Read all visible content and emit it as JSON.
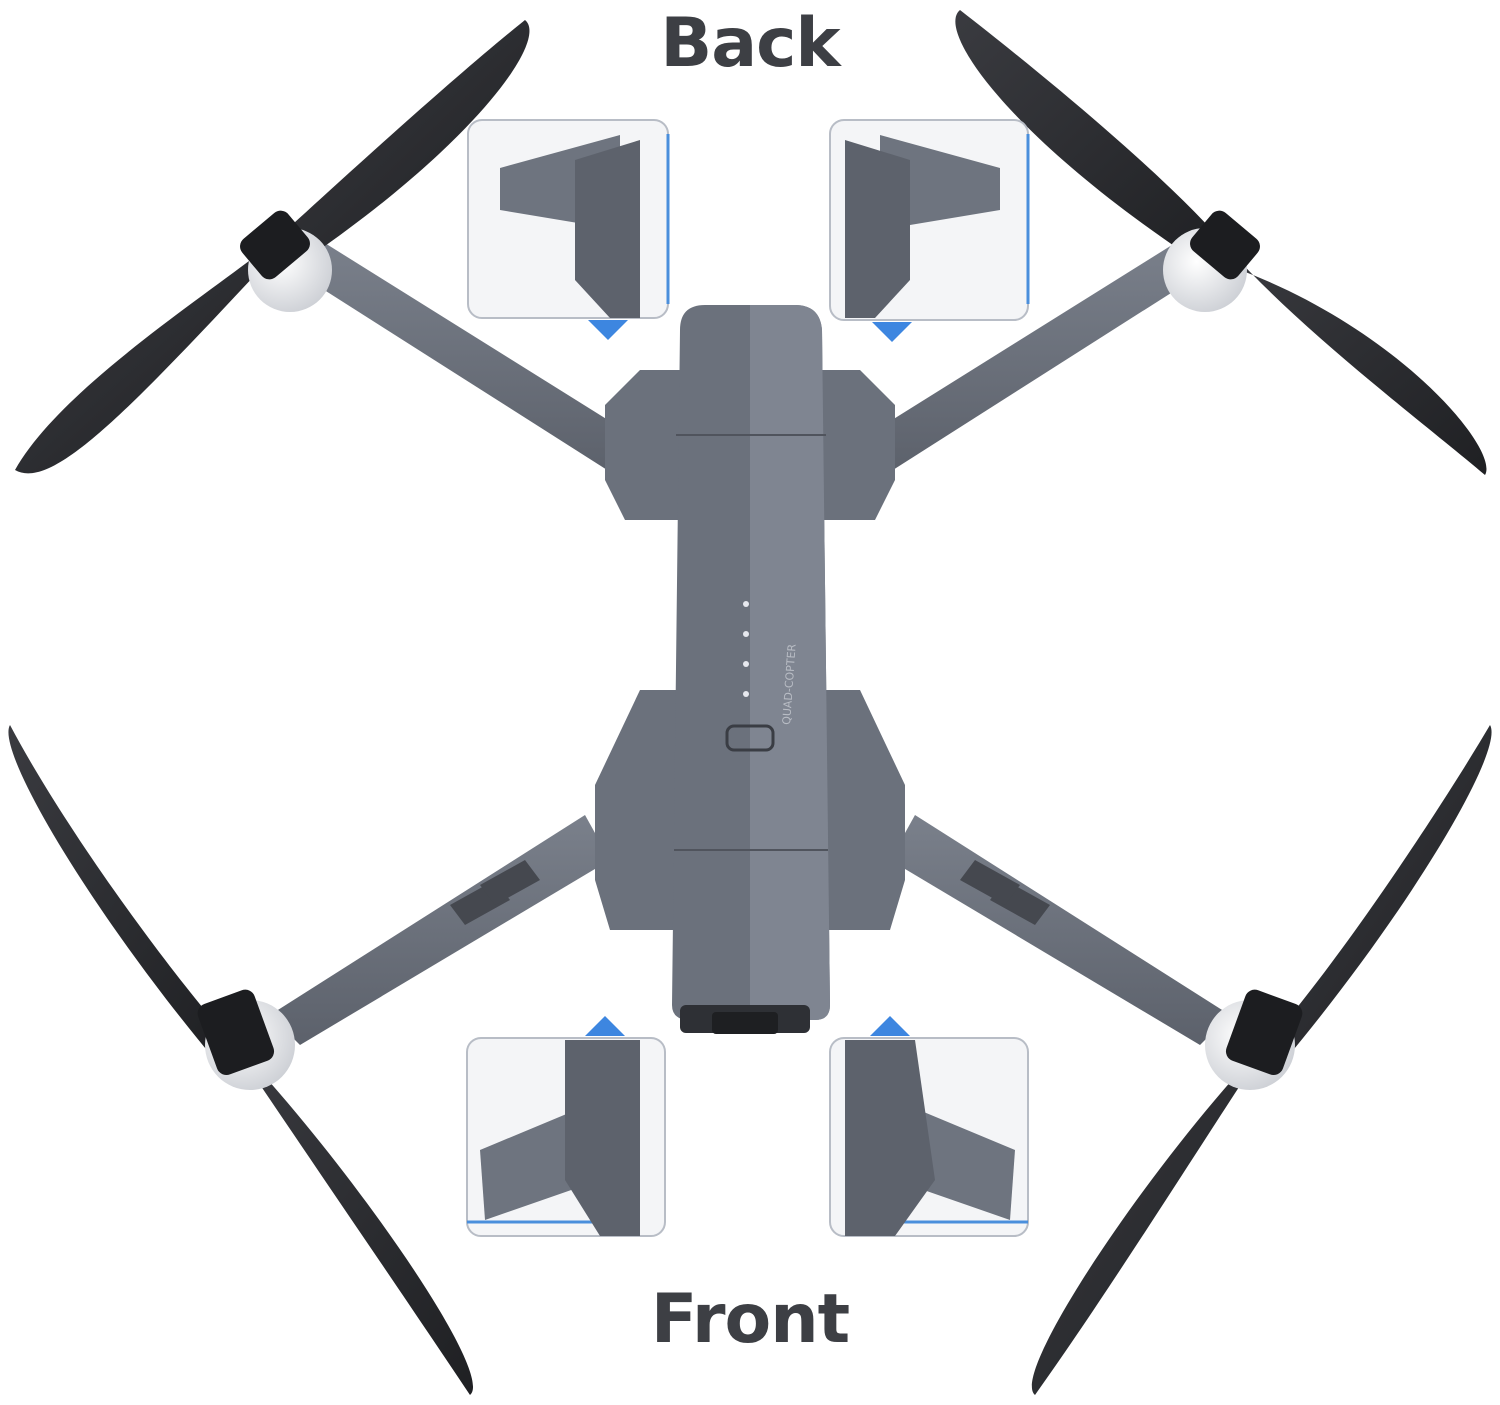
{
  "labels": {
    "back": "Back",
    "front": "Front"
  },
  "drone": {
    "body_marking": "QUAD-COPTER"
  },
  "colors": {
    "text": "#3d3f44",
    "body": "#6b717c",
    "body_dark": "#555a64",
    "body_light": "#858b96",
    "propeller": "#2b2c30",
    "callout_border": "#4a8fdc",
    "callout_pointer": "#3d86e0"
  },
  "icons": {
    "led": "status-led-icon",
    "button": "power-button-icon"
  }
}
